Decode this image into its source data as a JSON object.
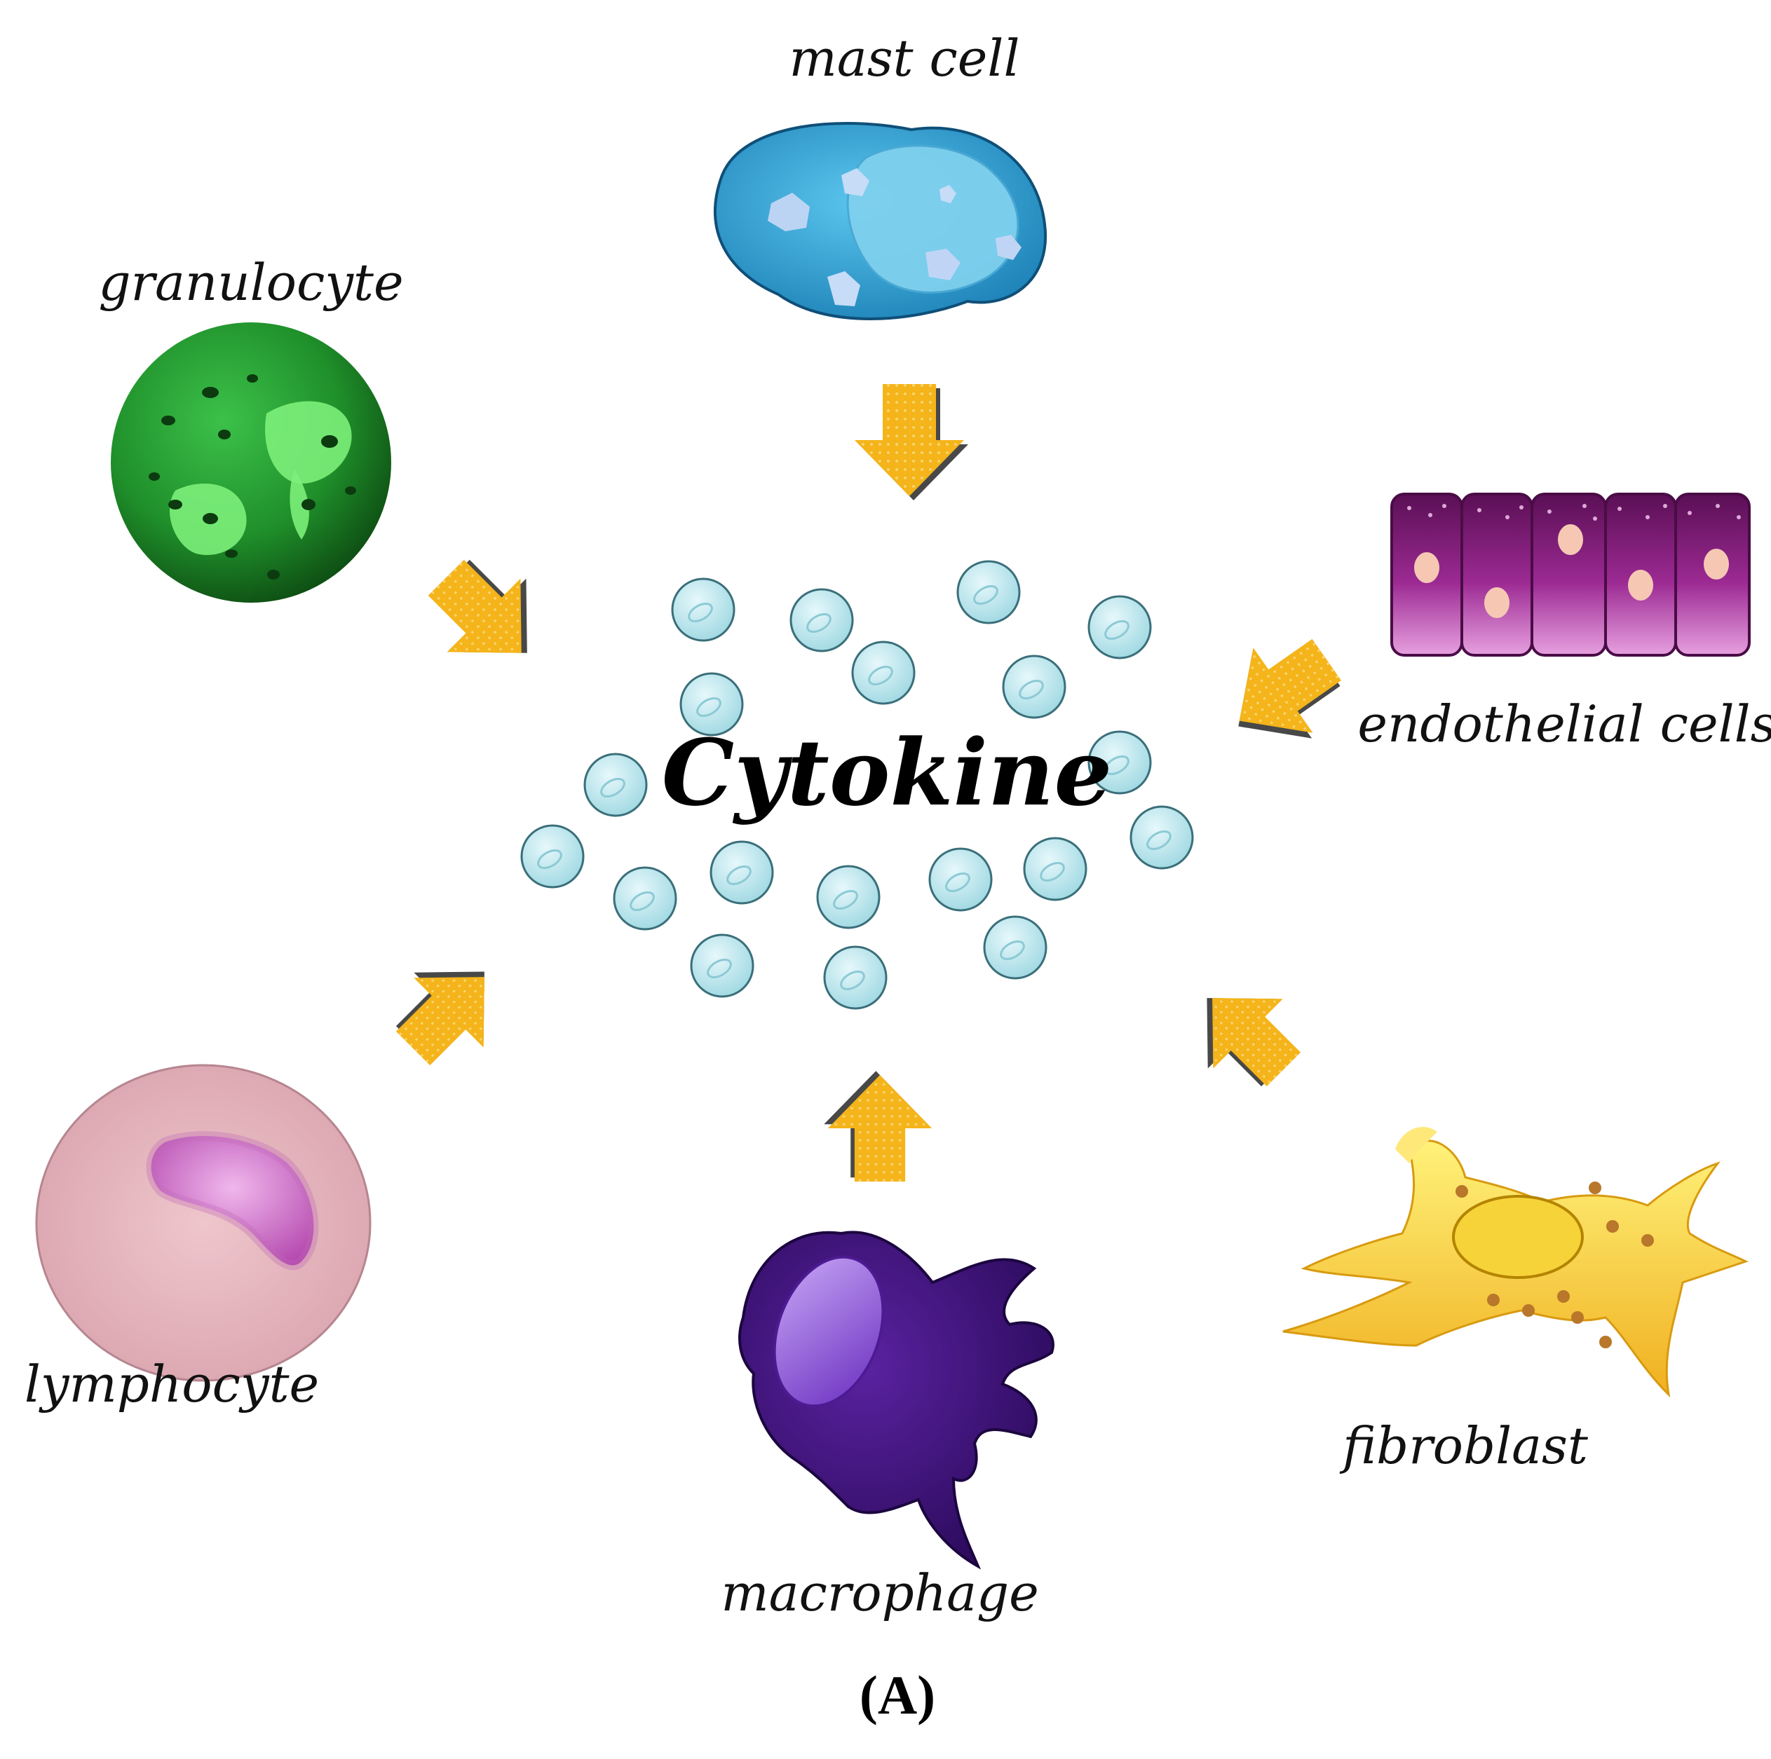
{
  "center": {
    "label": "Cytokine"
  },
  "cells": {
    "mast": {
      "label": "mast cell",
      "color": "#2fa0d2"
    },
    "granulocyte": {
      "label": "granulocyte",
      "color": "#1f8f2a"
    },
    "endothelial": {
      "label": "endothelial cells",
      "color": "#8a1f80"
    },
    "lymphocyte": {
      "label": "lymphocyte",
      "color": "#e7b9c1"
    },
    "macrophage": {
      "label": "macrophage",
      "color": "#3d137a"
    },
    "fibroblast": {
      "label": "fibroblast",
      "color": "#f5c42a"
    }
  },
  "panel_label": "(A)",
  "colors": {
    "arrow": "#f4b41a",
    "cytokine_particle": "#bfe8ee"
  }
}
